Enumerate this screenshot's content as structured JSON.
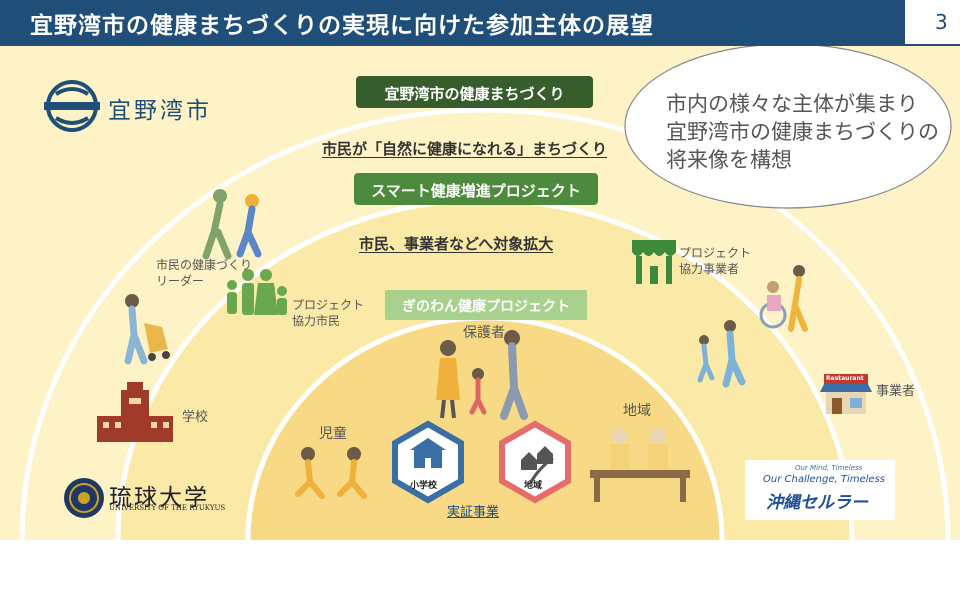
{
  "header": {
    "title": "宜野湾市の健康まちづくりの実現に向けた参加主体の展望",
    "page_number": "3"
  },
  "logos": {
    "city_name": "宜野湾市",
    "university_name": "琉球大学",
    "university_english": "UNIVERSITY OF THE RYUKYUS",
    "cellular_tagline1": "Our Mind, Timeless",
    "cellular_tagline2": "Our Challenge, Timeless",
    "cellular_name": "沖縄セルラー"
  },
  "tiers": {
    "outer_badge": "宜野湾市の健康まちづくり",
    "outer_text": "市民が「自然に健康になれる」まちづくり",
    "middle_badge": "スマート健康増進プロジェクト",
    "middle_text": "市民、事業者などへ対象拡大",
    "inner_badge": "ぎのわん健康プロジェクト"
  },
  "bubble": {
    "line1": "市内の様々な主体が集まり",
    "line2": "宜野湾市の健康まちづくりの",
    "line3": "将来像を構想"
  },
  "labels": {
    "health_leader_line1": "市民の健康づくり",
    "health_leader_line2": "リーダー",
    "coop_citizens_line1": "プロジェクト",
    "coop_citizens_line2": "協力市民",
    "school": "学校",
    "coop_business_line1": "プロジェクト",
    "coop_business_line2": "協力事業者",
    "business": "事業者",
    "guardian": "保護者",
    "children": "児童",
    "community": "地域",
    "elementary_school": "小学校",
    "community_badge": "地域",
    "demo_project": "実証事業",
    "restaurant": "Restaurant"
  },
  "colors": {
    "header_blue": "#1f4e79",
    "outer_fill": "#fdf3c6",
    "middle_fill": "#fbe9a8",
    "inner_fill": "#f8d985",
    "dark_green": "#385d2c",
    "mid_green": "#4e8a3e",
    "light_green": "#a9d18e"
  }
}
